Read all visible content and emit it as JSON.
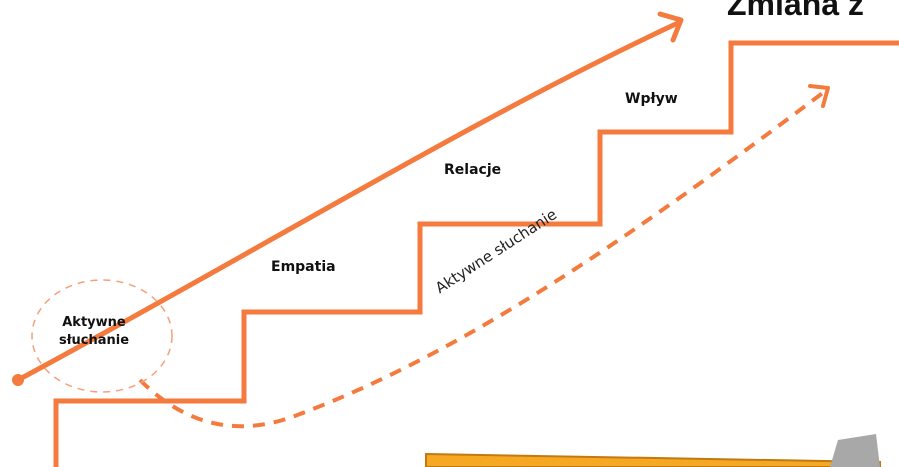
{
  "title": "Zmiana z",
  "steps": [
    {
      "label": "Empatia"
    },
    {
      "label": "Relacje"
    },
    {
      "label": "Wpływ"
    }
  ],
  "start_circle": {
    "line1": "Aktywne",
    "line2": "słuchanie"
  },
  "dashed_curve_label": "Aktywne słuchanie",
  "colors": {
    "accent": "#F47A3D",
    "box_fill": "#F7A823",
    "box_border": "#C07A10",
    "gray": "#A8A8A8"
  }
}
